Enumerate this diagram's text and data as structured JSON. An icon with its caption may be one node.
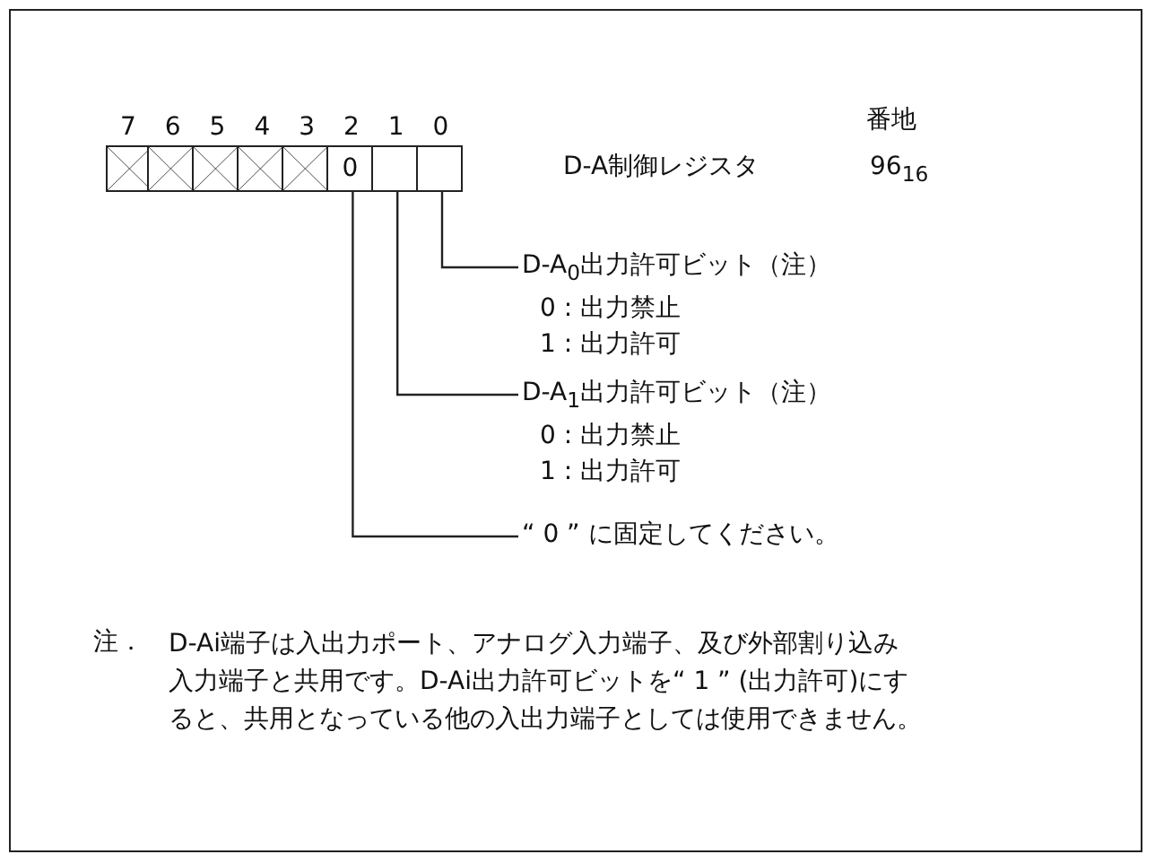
{
  "diagram": {
    "nodes": [
      {
        "text": [],
        "shape": "box"
      },
      {
        "text": [],
        "shape": "box"
      },
      {
        "text": [],
        "shape": "box"
      },
      {
        "text": [],
        "shape": "box"
      },
      {
        "text": [],
        "shape": "box"
      },
      {
        "text": [
          "0"
        ]
      },
      {
        "text": [],
        "shape": "box"
      },
      {
        "text": [],
        "shape": "box"
      },
      {
        "text": [
          "D-A$_{0}$出力許可ビット（注）",
          "0 : 出力禁止",
          "1 : 出力許可"
        ]
      },
      {
        "text": [
          "D-A$_{1}$出力許可ビット（注）",
          "0 : 出力禁止",
          "1 : 出力許可"
        ]
      },
      {
        "text": [
          "“ 0 ” に固定してください。"
        ]
      }
    ],
    "edges": [
      {
        "from": 7,
        "to": 8,
        "arrow": "none"
      },
      {
        "from": 6,
        "to": 9,
        "arrow": "none"
      },
      {
        "from": 5,
        "to": 10,
        "arrow": "none"
      }
    ],
    "labels": [
      "7",
      "6",
      "5",
      "4",
      "3",
      "2",
      "1",
      "0",
      "番地",
      "D-A制御レジスタ",
      "96$_{16}$",
      "注．",
      "D-Ai端子は入出力ポート、アナログ入力端子、及び外部割り込み入力端子と共用です。D-Ai出力許可ビットを“ 1 ” (出力許可)にすると、共用となっている他の入出力端子としては使用できません。"
    ]
  }
}
